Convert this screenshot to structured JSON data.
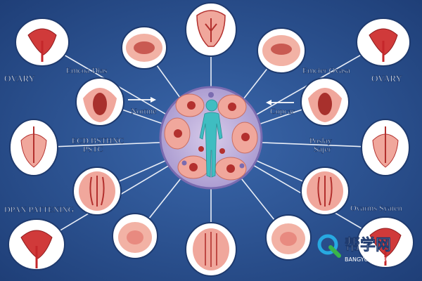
{
  "labels": {
    "left_top_small": "Emcoa Dias",
    "left_ovary": "OVARY",
    "left_mid": "Nortme",
    "left_center_1": "ECD BSTHNC",
    "left_center_2": "PSTC",
    "left_bottom": "DPAN PATTENING",
    "right_top_small": "Emcier Ovasa",
    "right_ovary": "OVARY",
    "right_mid": "Copcar",
    "right_center_1": "Poslay",
    "right_center_2": "Sajer",
    "right_bottom": "Ovarms Syaten"
  },
  "watermark": {
    "cn": "帮学网",
    "en": "BANGYUNWANG"
  },
  "colors": {
    "background": "#2a4f8e",
    "hub": "#b3a6d6",
    "node_fill": "#ffffff",
    "tissue": "#f0a79c",
    "organ_red": "#c4272a",
    "figure": "#3fbdc1"
  }
}
